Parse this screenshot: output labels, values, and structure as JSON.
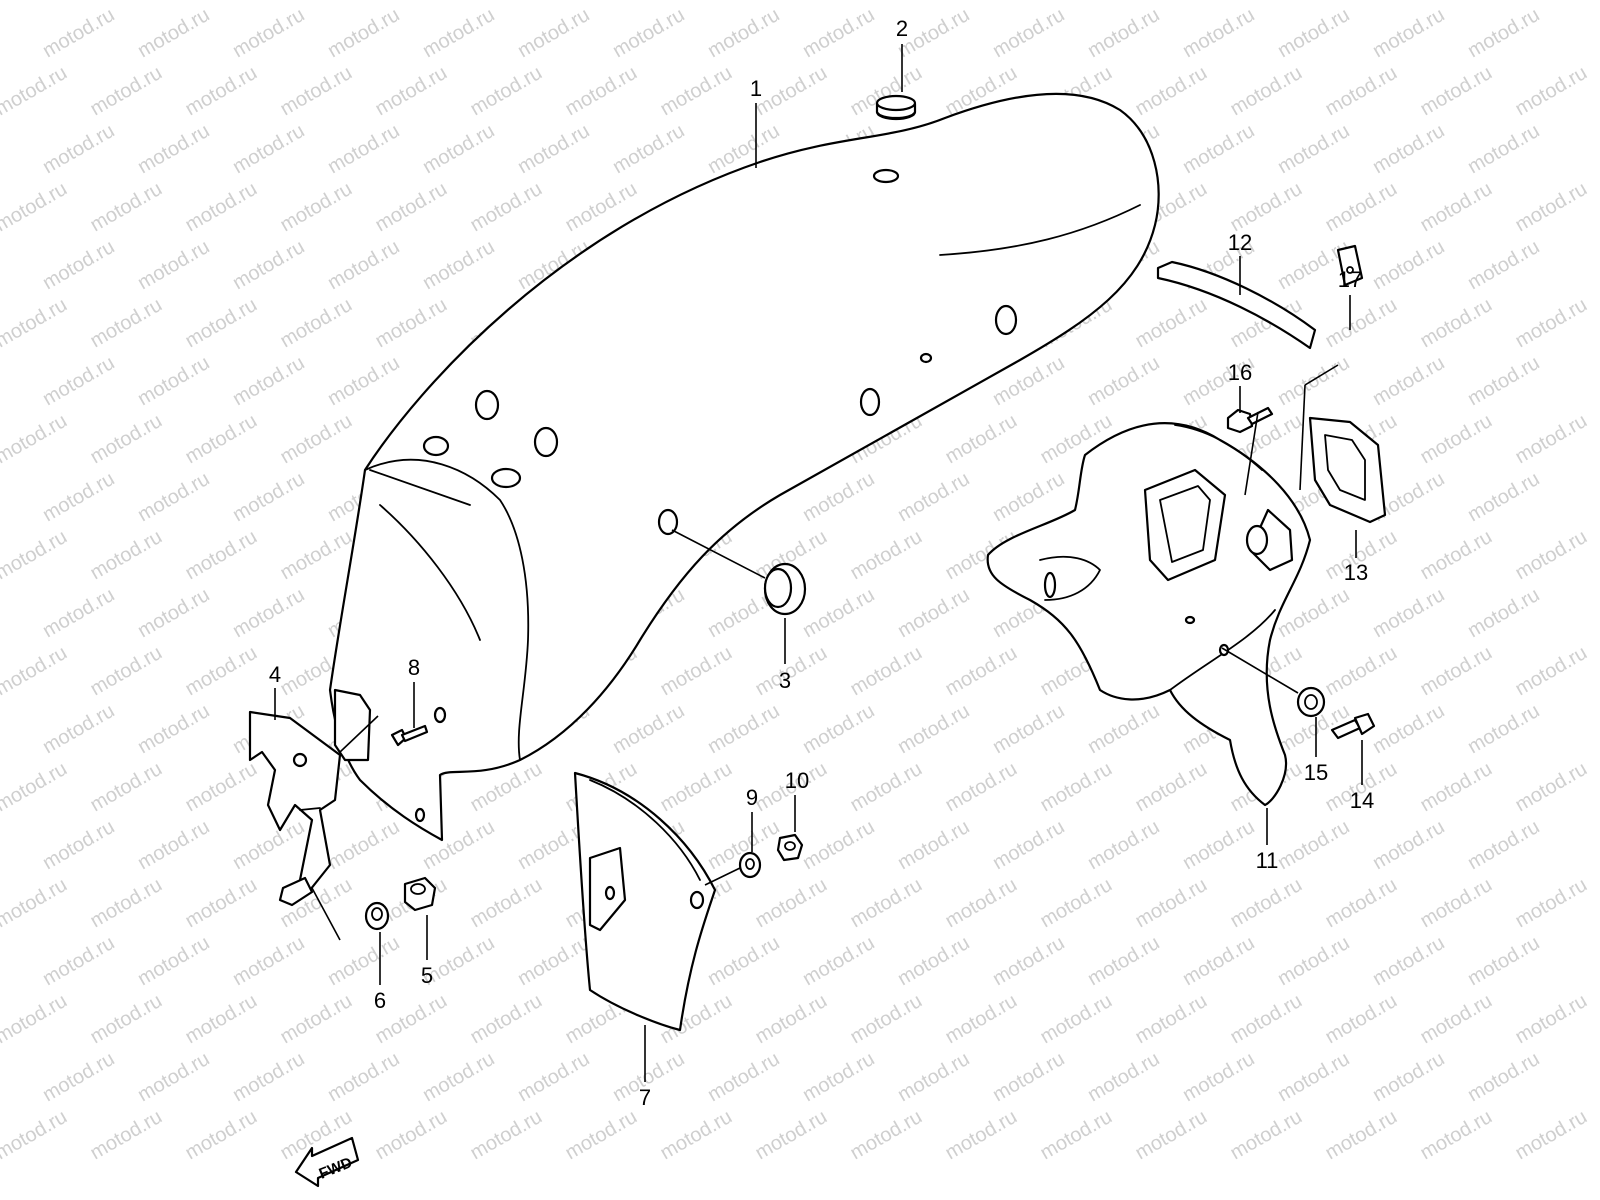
{
  "watermark": "motod.ru",
  "direction_label": "FWD",
  "callouts": [
    "1",
    "2",
    "3",
    "4",
    "5",
    "6",
    "7",
    "8",
    "9",
    "10",
    "11",
    "12",
    "13",
    "14",
    "15",
    "16",
    "17"
  ],
  "colors": {
    "line": "#000000",
    "background": "#ffffff",
    "watermark": "#cfcfcf"
  }
}
